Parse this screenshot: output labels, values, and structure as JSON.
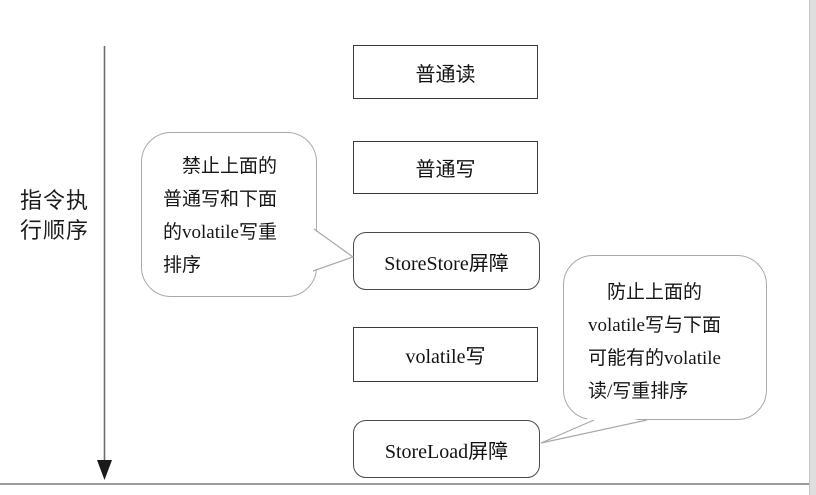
{
  "diagram": {
    "axis": {
      "label": "指令执行顺序",
      "direction": "down"
    },
    "flow": {
      "boxes": [
        {
          "label": "普通读",
          "shape": "rect"
        },
        {
          "label": "普通写",
          "shape": "rect"
        },
        {
          "label": "StoreStore屏障",
          "shape": "rounded"
        },
        {
          "label": "volatile写",
          "shape": "rect"
        },
        {
          "label": "StoreLoad屏障",
          "shape": "rounded"
        }
      ]
    },
    "callouts": [
      {
        "text": "禁止上面的\n普通写和下面\n的volatile写重\n排序",
        "points_to": "StoreStore屏障"
      },
      {
        "text": "防止上面的\nvolatile写与下面\n可能有的volatile\n读/写重排序",
        "points_to": "StoreLoad屏障"
      }
    ],
    "colors": {
      "background": "#ffffff",
      "text": "#1c1c1c",
      "box_border": "#3a3a3a",
      "rounded_box_border": "#4a4a4a",
      "bubble_border": "#a9a9a9",
      "arrow": "#6e6e6e",
      "arrowhead": "#1a1a1a",
      "page_edge_stripe": "#dedede",
      "bottom_line": "#9b9b9b"
    }
  }
}
